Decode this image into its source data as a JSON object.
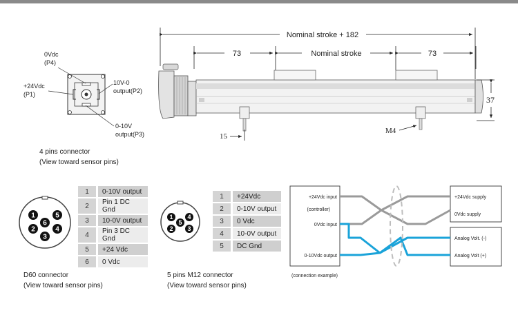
{
  "mechanical": {
    "total_length_label": "Nominal stroke + 182",
    "stroke_label": "Nominal stroke",
    "left_offset": "73",
    "right_offset": "73",
    "height_dim": "37",
    "side_dim": "15",
    "thread_label": "M4"
  },
  "connector4": {
    "pins": [
      {
        "name": "0Vdc",
        "pin": "(P4)"
      },
      {
        "name": "+24Vdc",
        "pin": "(P1)"
      },
      {
        "name": "10V-0",
        "pin": "output(P2)"
      },
      {
        "name": "0-10V",
        "pin": "output(P3)"
      }
    ],
    "caption_line1": "4 pins connector",
    "caption_line2": "(View toward sensor pins)"
  },
  "d60": {
    "pin_numbers": [
      "1",
      "2",
      "3",
      "4",
      "5",
      "6"
    ],
    "table": [
      {
        "num": "1",
        "desc": "0-10V output"
      },
      {
        "num": "2",
        "desc": "Pin 1 DC Gnd"
      },
      {
        "num": "3",
        "desc": "10-0V output"
      },
      {
        "num": "4",
        "desc": "Pin 3 DC Gnd"
      },
      {
        "num": "5",
        "desc": "+24 Vdc"
      },
      {
        "num": "6",
        "desc": "0 Vdc"
      }
    ],
    "caption_line1": "D60 connector",
    "caption_line2": "(View toward sensor pins)"
  },
  "m12": {
    "pin_numbers": [
      "1",
      "2",
      "3",
      "4",
      "5"
    ],
    "table": [
      {
        "num": "1",
        "desc": "+24Vdc"
      },
      {
        "num": "2",
        "desc": "0-10V output"
      },
      {
        "num": "3",
        "desc": "0 Vdc"
      },
      {
        "num": "4",
        "desc": "10-0V output"
      },
      {
        "num": "5",
        "desc": "DC Gnd"
      }
    ],
    "caption_line1": "5 pins M12 connector",
    "caption_line2": "(View toward sensor pins)"
  },
  "wiring": {
    "left_labels": [
      "+24Vdc input",
      "(controller)",
      "0Vdc input",
      "0-10Vdc output"
    ],
    "right_labels": [
      "+24Vdc supply",
      "0Vdc supply",
      "Analog Volt. (-)",
      "Analog Volt (+)"
    ],
    "caption": "(connection example)",
    "colors": {
      "power": "#9a9a9a",
      "signal": "#1aa3d9",
      "shield": "#bdbdbd"
    }
  }
}
